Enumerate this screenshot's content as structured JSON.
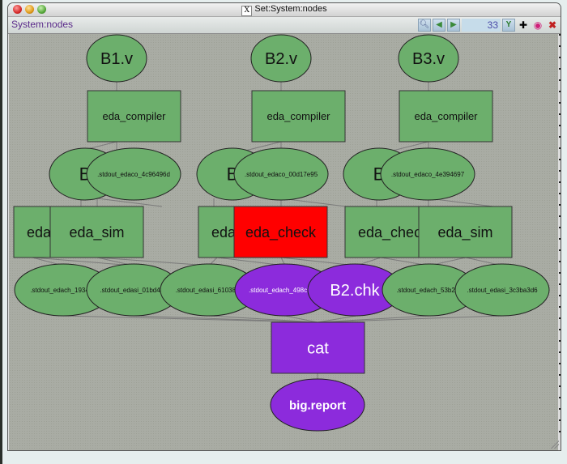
{
  "window": {
    "title": "Set:System:nodes",
    "x_logo": "X"
  },
  "toolbar": {
    "label": "System:nodes",
    "count": "33",
    "icons": [
      "zoom-icon",
      "back-arrow-icon",
      "forward-arrow-icon",
      "tree-layout-icon",
      "crosshair-icon",
      "color-wheel-icon",
      "stop-icon"
    ]
  },
  "colors": {
    "green_node": "#6caf6c",
    "selected_node": "#ff0000",
    "purple_node": "#8c2bdc",
    "edge": "#7a7a7a"
  },
  "graph": {
    "inputs": [
      {
        "id": "b1v",
        "label": "B1.v"
      },
      {
        "id": "b2v",
        "label": "B2.v"
      },
      {
        "id": "b3v",
        "label": "B3.v"
      }
    ],
    "compilers": [
      {
        "id": "c1",
        "label": "eda_compiler"
      },
      {
        "id": "c2",
        "label": "eda_compiler"
      },
      {
        "id": "c3",
        "label": "eda_compiler"
      }
    ],
    "compile_outputs": [
      {
        "id": "o1a",
        "label": "B"
      },
      {
        "id": "o1b",
        "label": ".stdout_edaco_4c96496d"
      },
      {
        "id": "o2a",
        "label": "B"
      },
      {
        "id": "o2b",
        "label": ".stdout_edaco_00d17e95"
      },
      {
        "id": "o3a",
        "label": "B"
      },
      {
        "id": "o3b",
        "label": ".stdout_edaco_4e394697"
      }
    ],
    "tools": [
      {
        "id": "t1a",
        "label": "eda",
        "state": "normal"
      },
      {
        "id": "t1b",
        "label": "eda_sim",
        "state": "normal"
      },
      {
        "id": "t2a",
        "label": "eda",
        "state": "normal"
      },
      {
        "id": "t2b",
        "label": "eda_check",
        "state": "selected"
      },
      {
        "id": "t3a",
        "label": "eda_checl",
        "state": "normal"
      },
      {
        "id": "t3b",
        "label": "eda_sim",
        "state": "normal"
      }
    ],
    "tool_outputs": [
      {
        "id": "r1",
        "label": ".stdout_edach_19345e",
        "state": "normal"
      },
      {
        "id": "r2",
        "label": ".stdout_edasi_01bd4a8",
        "state": "normal"
      },
      {
        "id": "r3",
        "label": ".stdout_edasi_610388c",
        "state": "normal"
      },
      {
        "id": "r4",
        "label": ".stdout_edach_498c7552",
        "state": "highlight"
      },
      {
        "id": "r5",
        "label": "B2.chk",
        "state": "highlight"
      },
      {
        "id": "r6",
        "label": ".stdout_edach_53b2b7",
        "state": "normal"
      },
      {
        "id": "r7",
        "label": ".stdout_edasi_3c3ba3d6",
        "state": "normal"
      }
    ],
    "merge": {
      "id": "cat",
      "label": "cat"
    },
    "final": {
      "id": "report",
      "label": "big.report"
    }
  }
}
